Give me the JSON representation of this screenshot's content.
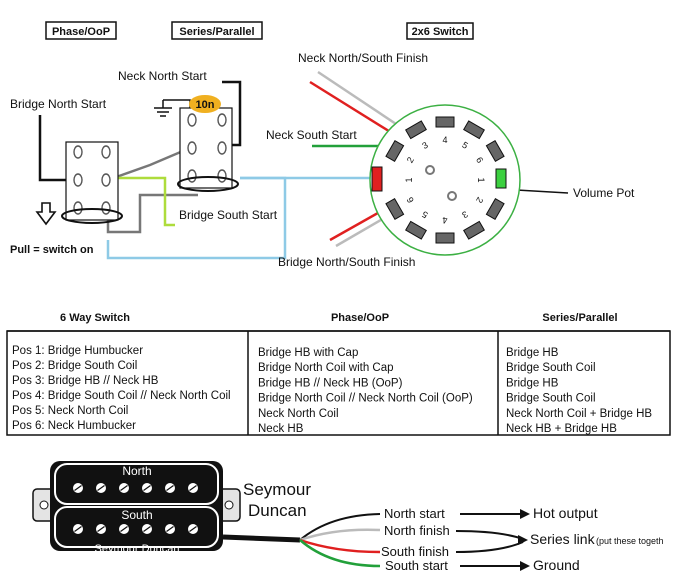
{
  "headers": {
    "phase": "Phase/OoP",
    "series": "Series/Parallel",
    "switch": "2x6 Switch"
  },
  "labels": {
    "bridge_north_start": "Bridge North Start",
    "neck_north_start": "Neck North Start",
    "neck_north_south_finish": "Neck North/South Finish",
    "neck_south_start": "Neck South Start",
    "volume_pot": "Volume Pot",
    "bridge_south_start": "Bridge South Start",
    "bridge_north_south_finish": "Bridge North/South Finish",
    "pull_switch": "Pull = switch on",
    "cap": "10n"
  },
  "switch_numbers": [
    "1",
    "2",
    "3",
    "4",
    "5",
    "6",
    "1",
    "2",
    "3",
    "4",
    "5",
    "6"
  ],
  "table": {
    "headers": [
      "6 Way Switch",
      "Phase/OoP",
      "Series/Parallel"
    ],
    "col1": [
      "Pos 1: Bridge Humbucker",
      "Pos 2: Bridge South Coil",
      "Pos 3: Bridge HB // Neck HB",
      "Pos 4: Bridge South Coil // Neck North Coil",
      "Pos 5: Neck North Coil",
      "Pos 6: Neck Humbucker"
    ],
    "col2": [
      "Bridge HB   with Cap",
      "Bridge North Coil  with Cap",
      "Bridge HB // Neck HB (OoP)",
      "Bridge North Coil // Neck North Coil (OoP)",
      "Neck North Coil",
      "Neck HB"
    ],
    "col3": [
      "Bridge HB",
      "Bridge South Coil",
      "Bridge HB",
      "Bridge South Coil",
      "Neck North Coil + Bridge HB",
      "Neck HB + Bridge HB"
    ]
  },
  "pickup": {
    "north": "North",
    "south": "South",
    "brand_label": "Seymour Duncan",
    "brand_1": "Seymour",
    "brand_2": "Duncan",
    "wires": [
      "North start",
      "North finish",
      "South finish",
      "South start"
    ],
    "outputs": [
      "Hot output",
      "Series link",
      "Ground"
    ],
    "series_note": "(put these togeth"
  },
  "colors": {
    "black_wire": "#111111",
    "red_wire": "#e02020",
    "white_wire": "#bbbbbb",
    "green_wire": "#22a03a",
    "yellow_green_wire": "#aedc3c",
    "blue_wire": "#8ecae6",
    "capacitor": "#f0b020",
    "switch_ring": "#3cb043"
  }
}
